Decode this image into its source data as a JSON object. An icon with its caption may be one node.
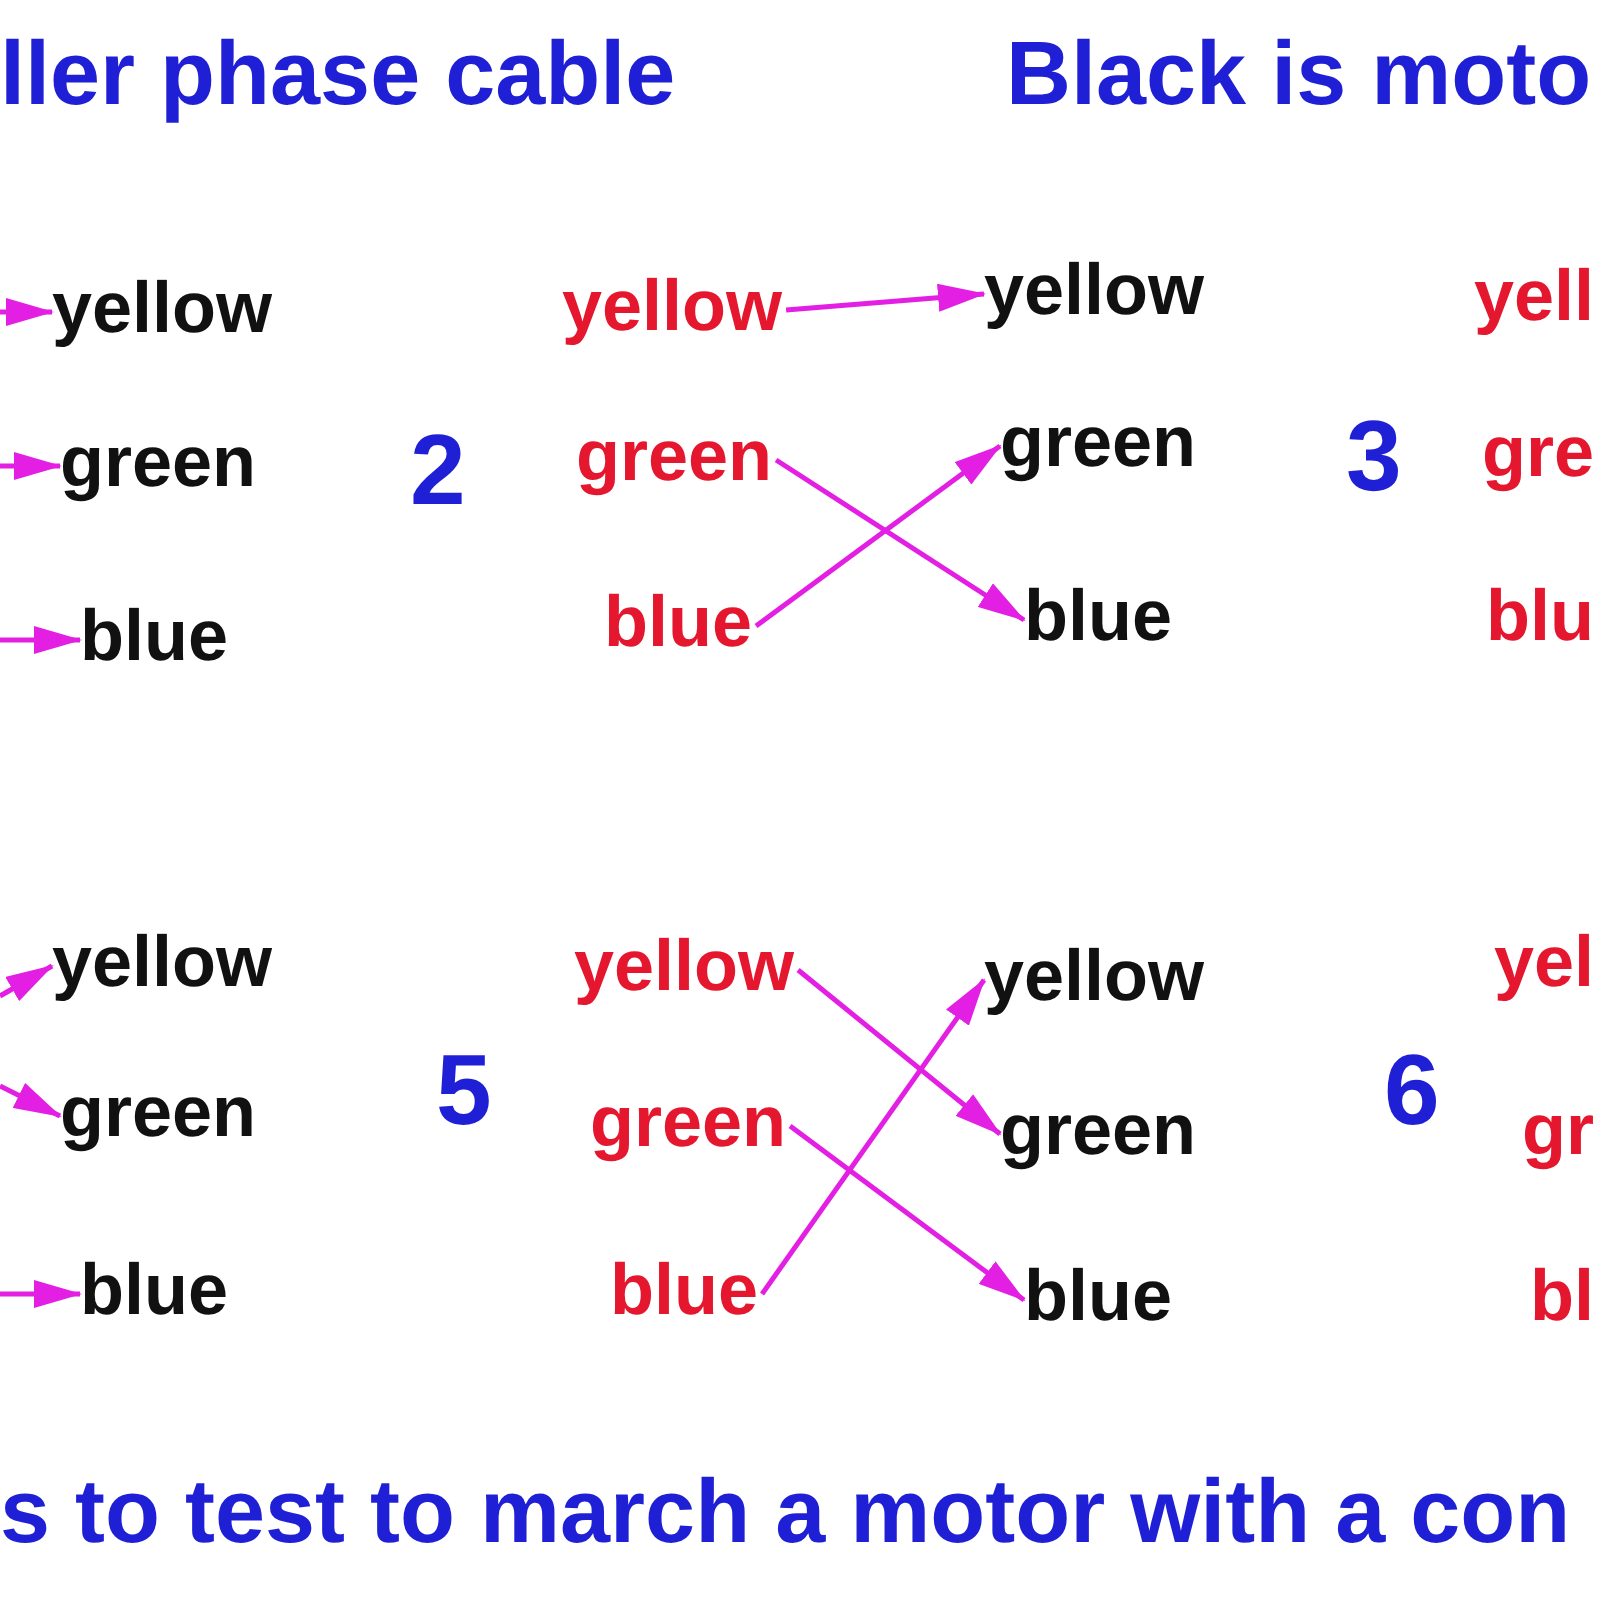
{
  "diagram": {
    "caption": "s to test to march a motor with a con",
    "nodes": [
      {
        "text": [
          "yellow"
        ]
      },
      {
        "text": [
          "green"
        ]
      },
      {
        "text": [
          "blue"
        ]
      },
      {
        "text": [
          "yellow"
        ]
      },
      {
        "text": [
          "green"
        ]
      },
      {
        "text": [
          "blue"
        ]
      },
      {
        "text": [
          "yellow"
        ]
      },
      {
        "text": [
          "green"
        ]
      },
      {
        "text": [
          "blue"
        ]
      },
      {
        "text": [
          "yellow"
        ]
      },
      {
        "text": [
          "green"
        ]
      },
      {
        "text": [
          "blue"
        ]
      },
      {
        "text": [
          "yellow"
        ]
      },
      {
        "text": [
          "green"
        ]
      },
      {
        "text": [
          "blue"
        ]
      },
      {
        "text": [
          "yellow"
        ]
      },
      {
        "text": [
          "green"
        ]
      },
      {
        "text": [
          "blue"
        ]
      }
    ],
    "edges": [
      {
        "from": null,
        "to": 0,
        "arrow": "to"
      },
      {
        "from": null,
        "to": 1,
        "arrow": "to"
      },
      {
        "from": null,
        "to": 2,
        "arrow": "to"
      },
      {
        "from": 3,
        "to": 6,
        "arrow": "to"
      },
      {
        "from": 4,
        "to": 8,
        "arrow": "to"
      },
      {
        "from": 5,
        "to": 7,
        "arrow": "to"
      },
      {
        "from": null,
        "to": 9,
        "arrow": "to"
      },
      {
        "from": null,
        "to": 10,
        "arrow": "to"
      },
      {
        "from": null,
        "to": 11,
        "arrow": "to"
      },
      {
        "from": 12,
        "to": 16,
        "arrow": "to"
      },
      {
        "from": 13,
        "to": 17,
        "arrow": "to"
      },
      {
        "from": 14,
        "to": 15,
        "arrow": "to"
      }
    ],
    "labels": [
      "ller phase cable",
      "Black is moto",
      "2",
      "3",
      "yell",
      "gre",
      "blu",
      "5",
      "6",
      "yel",
      "gr",
      "bl"
    ]
  }
}
